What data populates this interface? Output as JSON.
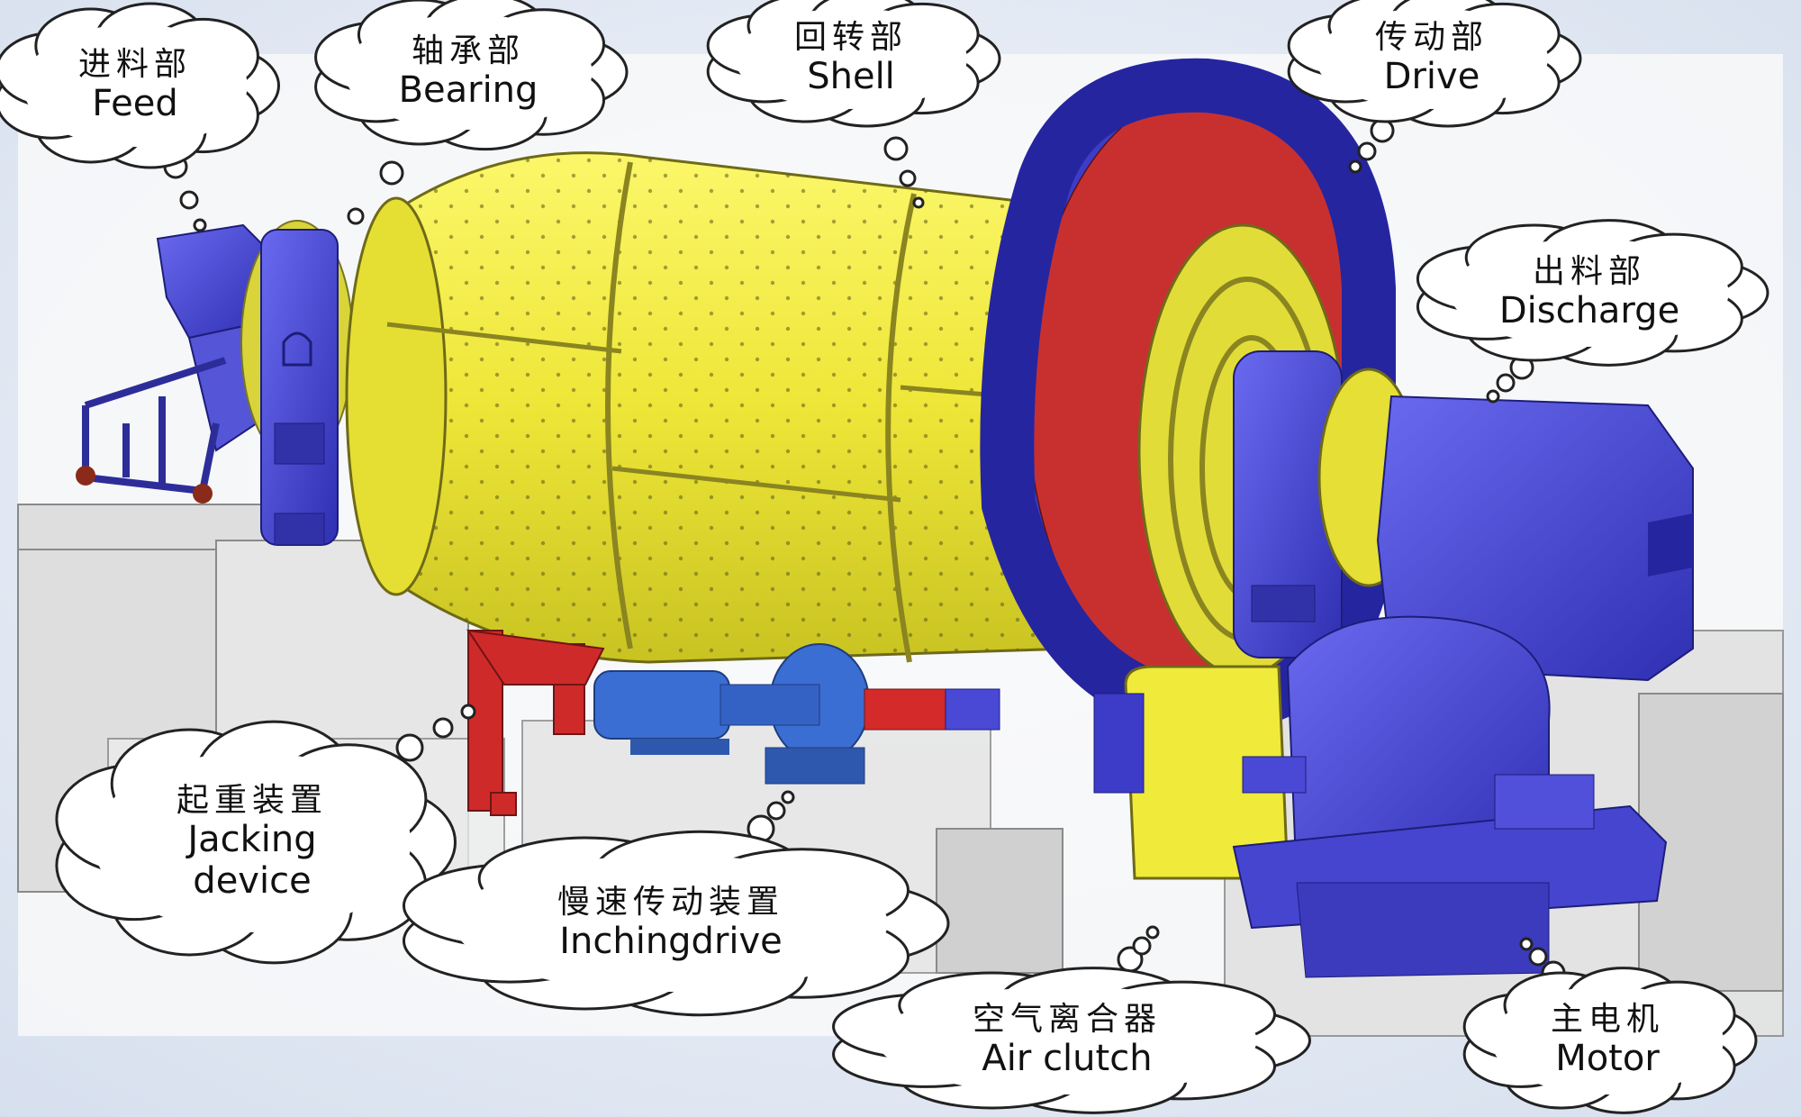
{
  "labels": {
    "feed": {
      "cn": "进料部",
      "en": "Feed"
    },
    "bearing": {
      "cn": "轴承部",
      "en": "Bearing"
    },
    "shell": {
      "cn": "回转部",
      "en": "Shell"
    },
    "drive": {
      "cn": "传动部",
      "en": "Drive"
    },
    "discharge": {
      "cn": "出料部",
      "en": "Discharge"
    },
    "jacking": {
      "cn": "起重装置",
      "en": "Jacking\ndevice"
    },
    "inching": {
      "cn": "慢速传动装置",
      "en": "Inchingdrive"
    },
    "clutch": {
      "cn": "空气离合器",
      "en": "Air clutch"
    },
    "motor": {
      "cn": "主电机",
      "en": "Motor"
    }
  },
  "colors": {
    "shell_yellow": "#f2ee3c",
    "frame_blue": "#4a49d6",
    "gear_red": "#d42a2a",
    "base_gray": "#dcdcdc",
    "background": "#e9eef7"
  }
}
